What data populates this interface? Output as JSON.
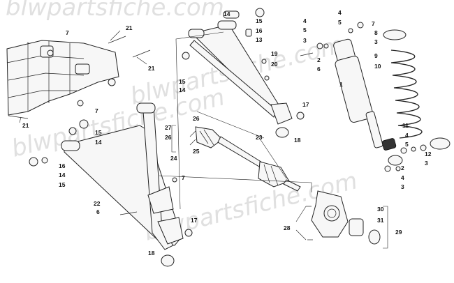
{
  "watermark": "blwpartsfiche.com",
  "callouts": [
    {
      "id": "c7a",
      "label": "7"
    },
    {
      "id": "c21a",
      "label": "21"
    },
    {
      "id": "c21b",
      "label": "21"
    },
    {
      "id": "c7b",
      "label": "7"
    },
    {
      "id": "c21c",
      "label": "21"
    },
    {
      "id": "c14a",
      "label": "14"
    },
    {
      "id": "c15a",
      "label": "15"
    },
    {
      "id": "c16a",
      "label": "16"
    },
    {
      "id": "c13",
      "label": "13"
    },
    {
      "id": "c19",
      "label": "19"
    },
    {
      "id": "c20",
      "label": "20"
    },
    {
      "id": "c15b",
      "label": "15"
    },
    {
      "id": "c14b",
      "label": "14"
    },
    {
      "id": "c17a",
      "label": "17"
    },
    {
      "id": "c18a",
      "label": "18"
    },
    {
      "id": "c4a",
      "label": "4"
    },
    {
      "id": "c5a",
      "label": "5"
    },
    {
      "id": "c7c",
      "label": "7"
    },
    {
      "id": "c4b",
      "label": "4"
    },
    {
      "id": "c5b",
      "label": "5"
    },
    {
      "id": "c8",
      "label": "8"
    },
    {
      "id": "c3a",
      "label": "3"
    },
    {
      "id": "c9",
      "label": "9"
    },
    {
      "id": "c10",
      "label": "10"
    },
    {
      "id": "c3b",
      "label": "3"
    },
    {
      "id": "c2",
      "label": "2"
    },
    {
      "id": "c6a",
      "label": "6"
    },
    {
      "id": "c1",
      "label": "1"
    },
    {
      "id": "c11",
      "label": "11"
    },
    {
      "id": "c4c",
      "label": "4"
    },
    {
      "id": "c5c",
      "label": "5"
    },
    {
      "id": "c12",
      "label": "12"
    },
    {
      "id": "c3c",
      "label": "3"
    },
    {
      "id": "c2b",
      "label": "2"
    },
    {
      "id": "c4d",
      "label": "4"
    },
    {
      "id": "c3d",
      "label": "3"
    },
    {
      "id": "c26a",
      "label": "26"
    },
    {
      "id": "c27",
      "label": "27"
    },
    {
      "id": "c26b",
      "label": "26"
    },
    {
      "id": "c25",
      "label": "25"
    },
    {
      "id": "c24",
      "label": "24"
    },
    {
      "id": "c23",
      "label": "23"
    },
    {
      "id": "c15c",
      "label": "15"
    },
    {
      "id": "c14c",
      "label": "14"
    },
    {
      "id": "c16b",
      "label": "16"
    },
    {
      "id": "c14d",
      "label": "14"
    },
    {
      "id": "c15d",
      "label": "15"
    },
    {
      "id": "c7d",
      "label": "7"
    },
    {
      "id": "c22",
      "label": "22"
    },
    {
      "id": "c6b",
      "label": "6"
    },
    {
      "id": "c17b",
      "label": "17"
    },
    {
      "id": "c18b",
      "label": "18"
    },
    {
      "id": "c28",
      "label": "28"
    },
    {
      "id": "c30",
      "label": "30"
    },
    {
      "id": "c31",
      "label": "31"
    },
    {
      "id": "c29",
      "label": "29"
    }
  ]
}
